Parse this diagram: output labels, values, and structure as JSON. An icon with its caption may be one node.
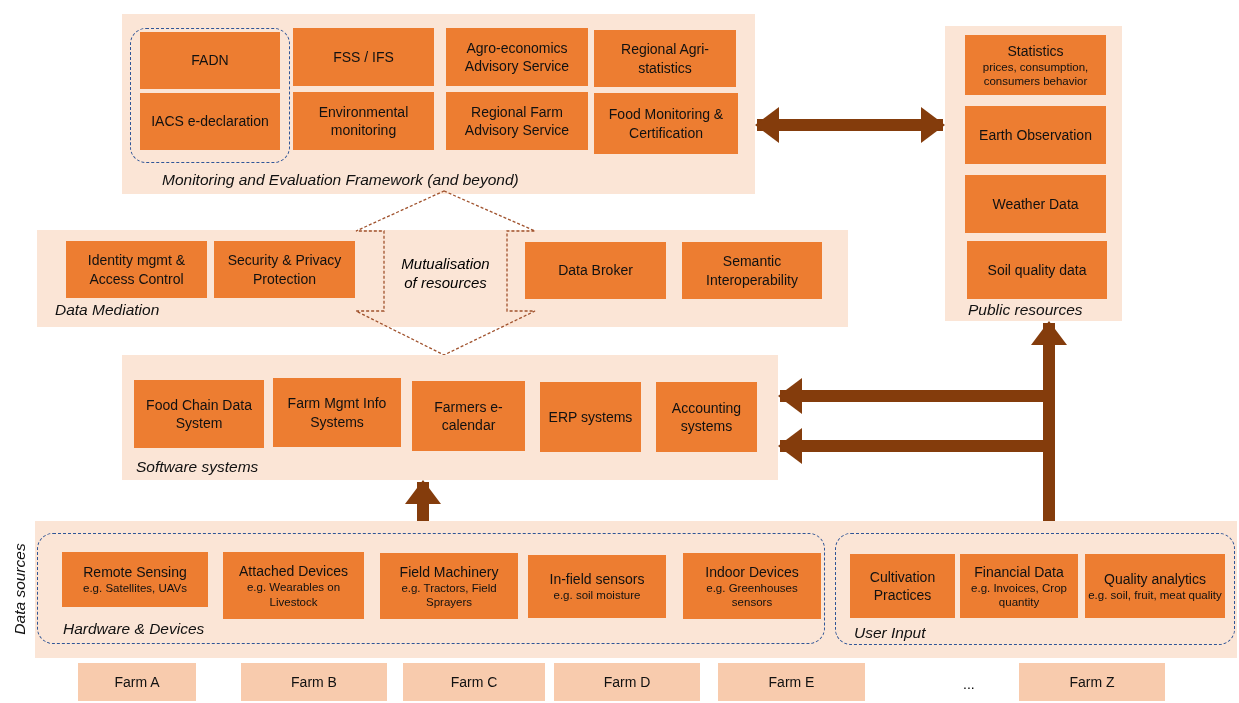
{
  "diagram": {
    "nodes": [
      {
        "text": [
          "Monitoring and Evaluation Framework (and beyond)"
        ]
      },
      {
        "text": [],
        "shape": "box",
        "in": 0
      },
      {
        "text": [
          "FADN"
        ],
        "in": 1
      },
      {
        "text": [
          "IACS e-declaration"
        ],
        "in": 1
      },
      {
        "text": [
          "FSS / IFS"
        ],
        "in": 0
      },
      {
        "text": [
          "Environmental monitoring"
        ],
        "in": 0
      },
      {
        "text": [
          "Agro-economics Advisory Service"
        ],
        "in": 0
      },
      {
        "text": [
          "Regional Farm Advisory Service"
        ],
        "in": 0
      },
      {
        "text": [
          "Regional Agri-statistics"
        ],
        "in": 0
      },
      {
        "text": [
          "Food Monitoring & Certification"
        ],
        "in": 0
      },
      {
        "text": [
          "Public resources"
        ]
      },
      {
        "text": [
          "Statistics",
          "prices, consumption, consumers behavior"
        ],
        "in": 10
      },
      {
        "text": [
          "Earth Observation"
        ],
        "in": 10
      },
      {
        "text": [
          "Weather Data"
        ],
        "in": 10
      },
      {
        "text": [
          "Soil quality data"
        ],
        "in": 10
      },
      {
        "text": [
          "Data Mediation"
        ]
      },
      {
        "text": [
          "Identity mgmt & Access Control"
        ],
        "in": 15
      },
      {
        "text": [
          "Security & Privacy Protection"
        ],
        "in": 15
      },
      {
        "text": [
          "Mutualisation of resources"
        ]
      },
      {
        "text": [
          "Data Broker"
        ],
        "in": 15
      },
      {
        "text": [
          "Semantic Interoperability"
        ],
        "in": 15
      },
      {
        "text": [
          "Software systems"
        ]
      },
      {
        "text": [
          "Food Chain Data System"
        ],
        "in": 21
      },
      {
        "text": [
          "Farm Mgmt Info Systems"
        ],
        "in": 21
      },
      {
        "text": [
          "Farmers e-calendar"
        ],
        "in": 21
      },
      {
        "text": [
          "ERP systems"
        ],
        "in": 21
      },
      {
        "text": [
          "Accounting systems"
        ],
        "in": 21
      },
      {
        "text": [
          "Data sources"
        ]
      },
      {
        "text": [
          "Hardware & Devices"
        ],
        "in": 27
      },
      {
        "text": [
          "Remote Sensing",
          "e.g. Satellites, UAVs"
        ],
        "in": 28
      },
      {
        "text": [
          "Attached Devices",
          "e.g. Wearables on Livestock"
        ],
        "in": 28
      },
      {
        "text": [
          "Field Machinery",
          "e.g. Tractors, Field Sprayers"
        ],
        "in": 28
      },
      {
        "text": [
          "In-field sensors",
          "e.g. soil moisture"
        ],
        "in": 28
      },
      {
        "text": [
          "Indoor Devices",
          "e.g. Greenhouses sensors"
        ],
        "in": 28
      },
      {
        "text": [
          "User Input"
        ],
        "in": 27
      },
      {
        "text": [
          "Cultivation Practices"
        ],
        "in": 34
      },
      {
        "text": [
          "Financial Data",
          "e.g. Invoices, Crop quantity"
        ],
        "in": 34
      },
      {
        "text": [
          "Quality analytics",
          "e.g. soil, fruit, meat quality"
        ],
        "in": 34
      },
      {
        "text": [
          "Farm A"
        ]
      },
      {
        "text": [
          "Farm B"
        ]
      },
      {
        "text": [
          "Farm C"
        ]
      },
      {
        "text": [
          "Farm D"
        ]
      },
      {
        "text": [
          "Farm E"
        ]
      },
      {
        "text": [
          "Farm Z"
        ]
      }
    ],
    "edges": [
      {
        "from": 0,
        "to": 10,
        "arrow": "both"
      },
      {
        "from": 27,
        "to": 10,
        "arrow": "to"
      },
      {
        "from": 27,
        "to": 21,
        "arrow": "to"
      },
      {
        "from": 27,
        "to": 21,
        "arrow": "to"
      },
      {
        "from": 27,
        "to": 21,
        "arrow": "to"
      }
    ],
    "labels": [
      "..."
    ]
  }
}
